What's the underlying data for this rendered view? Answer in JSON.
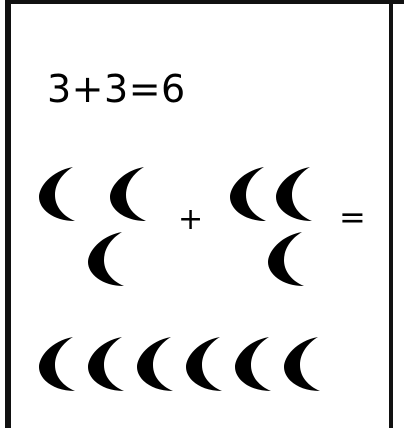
{
  "equation": "3+3=6",
  "operators": {
    "plus": "+",
    "equals": "="
  },
  "moon_icon": "crescent-moon-icon",
  "groups": {
    "left_addend_count": 3,
    "right_addend_count": 3,
    "sum_count": 6
  }
}
